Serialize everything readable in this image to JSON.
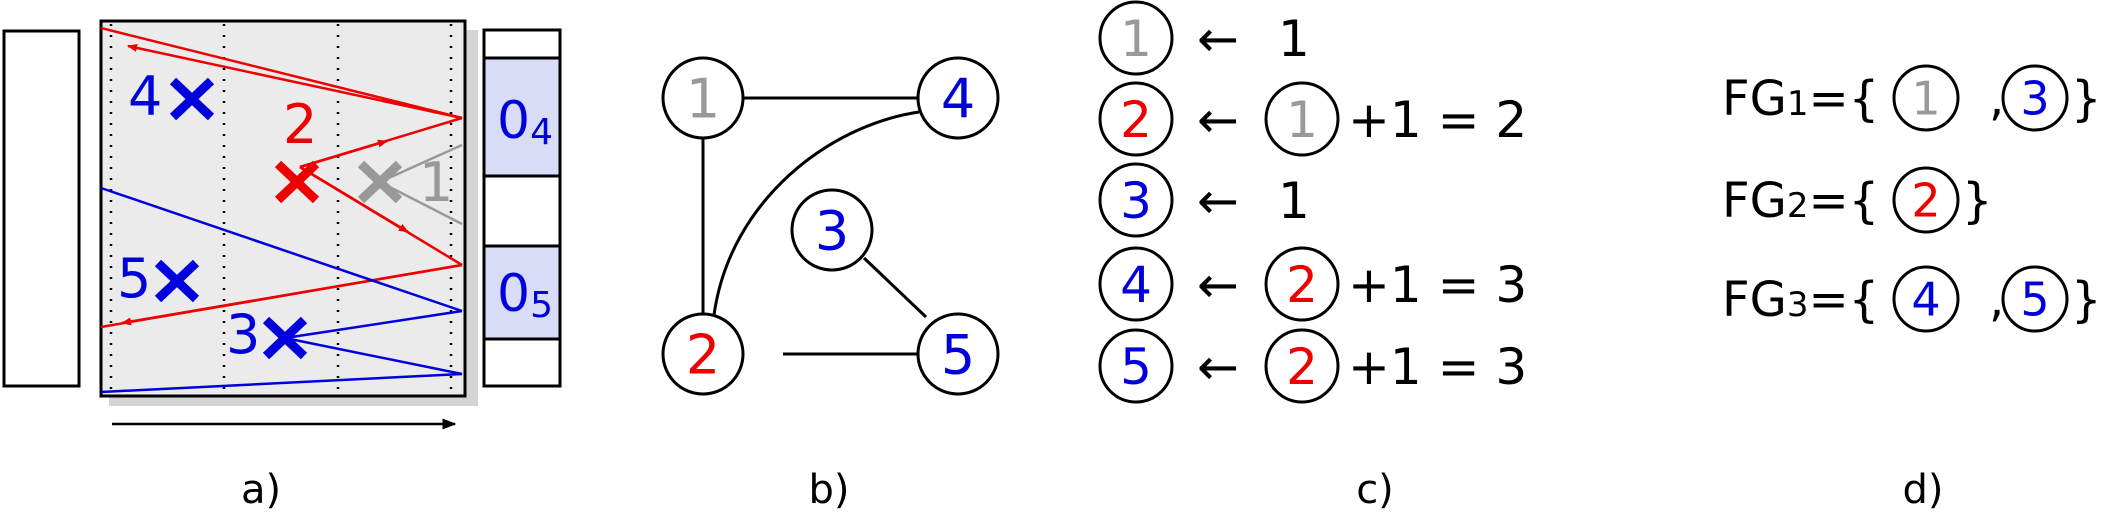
{
  "colors": {
    "red": "#ee0000",
    "blue": "#0000dd",
    "gray": "#999999",
    "black": "#000000",
    "panel_bg": "#ebebeb",
    "box_fill": "#d9dcf7"
  },
  "panel_a": {
    "caption": "a)",
    "markers": [
      {
        "label": "4",
        "color": "blue"
      },
      {
        "label": "2",
        "color": "red"
      },
      {
        "label": "1",
        "color": "gray"
      },
      {
        "label": "5",
        "color": "blue"
      },
      {
        "label": "3",
        "color": "blue"
      }
    ],
    "boxes": [
      {
        "main": "0",
        "sub": "4"
      },
      {
        "main": "0",
        "sub": "5"
      }
    ]
  },
  "panel_b": {
    "caption": "b)",
    "nodes": [
      {
        "label": "1",
        "color": "gray"
      },
      {
        "label": "4",
        "color": "blue"
      },
      {
        "label": "3",
        "color": "blue"
      },
      {
        "label": "2",
        "color": "red"
      },
      {
        "label": "5",
        "color": "blue"
      }
    ]
  },
  "panel_c": {
    "caption": "c)",
    "arrow": "←",
    "rows": [
      {
        "node": "1",
        "node_color": "gray",
        "source": null,
        "source_color": null,
        "expr": "1"
      },
      {
        "node": "2",
        "node_color": "red",
        "source": "1",
        "source_color": "gray",
        "expr": "+1 = 2"
      },
      {
        "node": "3",
        "node_color": "blue",
        "source": null,
        "source_color": null,
        "expr": "1"
      },
      {
        "node": "4",
        "node_color": "blue",
        "source": "2",
        "source_color": "red",
        "expr": "+1 = 3"
      },
      {
        "node": "5",
        "node_color": "blue",
        "source": "2",
        "source_color": "red",
        "expr": "+1 = 3"
      }
    ]
  },
  "panel_d": {
    "caption": "d)",
    "groups": [
      {
        "name": "FG",
        "index": "1",
        "eq": "={",
        "members": [
          {
            "label": "1",
            "color": "gray"
          },
          {
            "label": "3",
            "color": "blue"
          }
        ],
        "sep": ",",
        "close": "}"
      },
      {
        "name": "FG",
        "index": "2",
        "eq": "={",
        "members": [
          {
            "label": "2",
            "color": "red"
          }
        ],
        "sep": ",",
        "close": "}"
      },
      {
        "name": "FG",
        "index": "3",
        "eq": "={",
        "members": [
          {
            "label": "4",
            "color": "blue"
          },
          {
            "label": "5",
            "color": "blue"
          }
        ],
        "sep": ",",
        "close": "}"
      }
    ]
  }
}
